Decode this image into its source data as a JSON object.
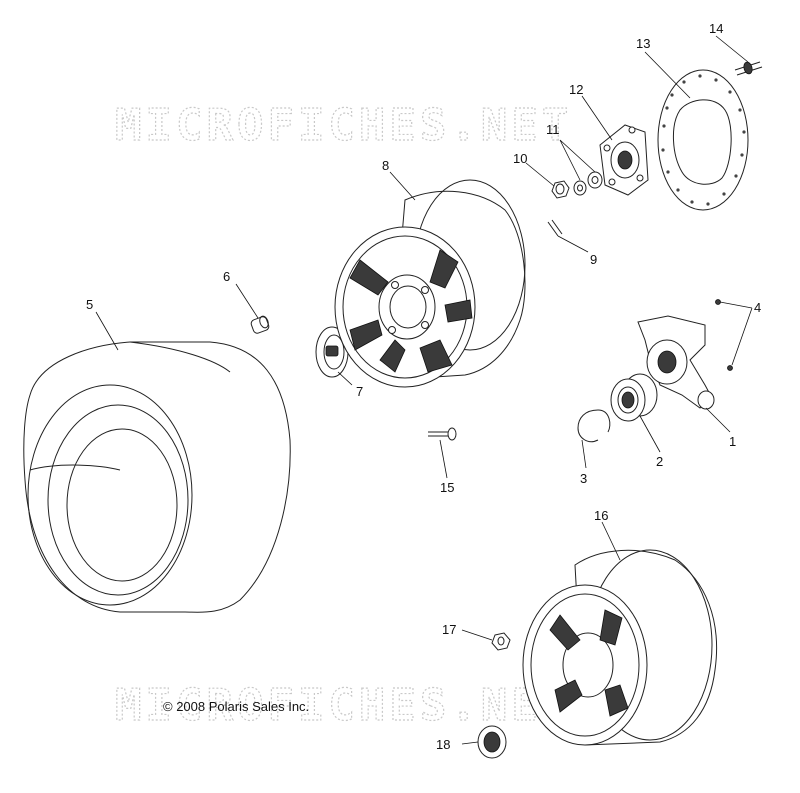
{
  "watermark": "MICROFICHES.NET",
  "copyright": "© 2008 Polaris Sales Inc.",
  "callouts": [
    "1",
    "2",
    "3",
    "4",
    "5",
    "6",
    "7",
    "8",
    "9",
    "10",
    "11",
    "12",
    "13",
    "14",
    "15",
    "16",
    "17",
    "18"
  ]
}
